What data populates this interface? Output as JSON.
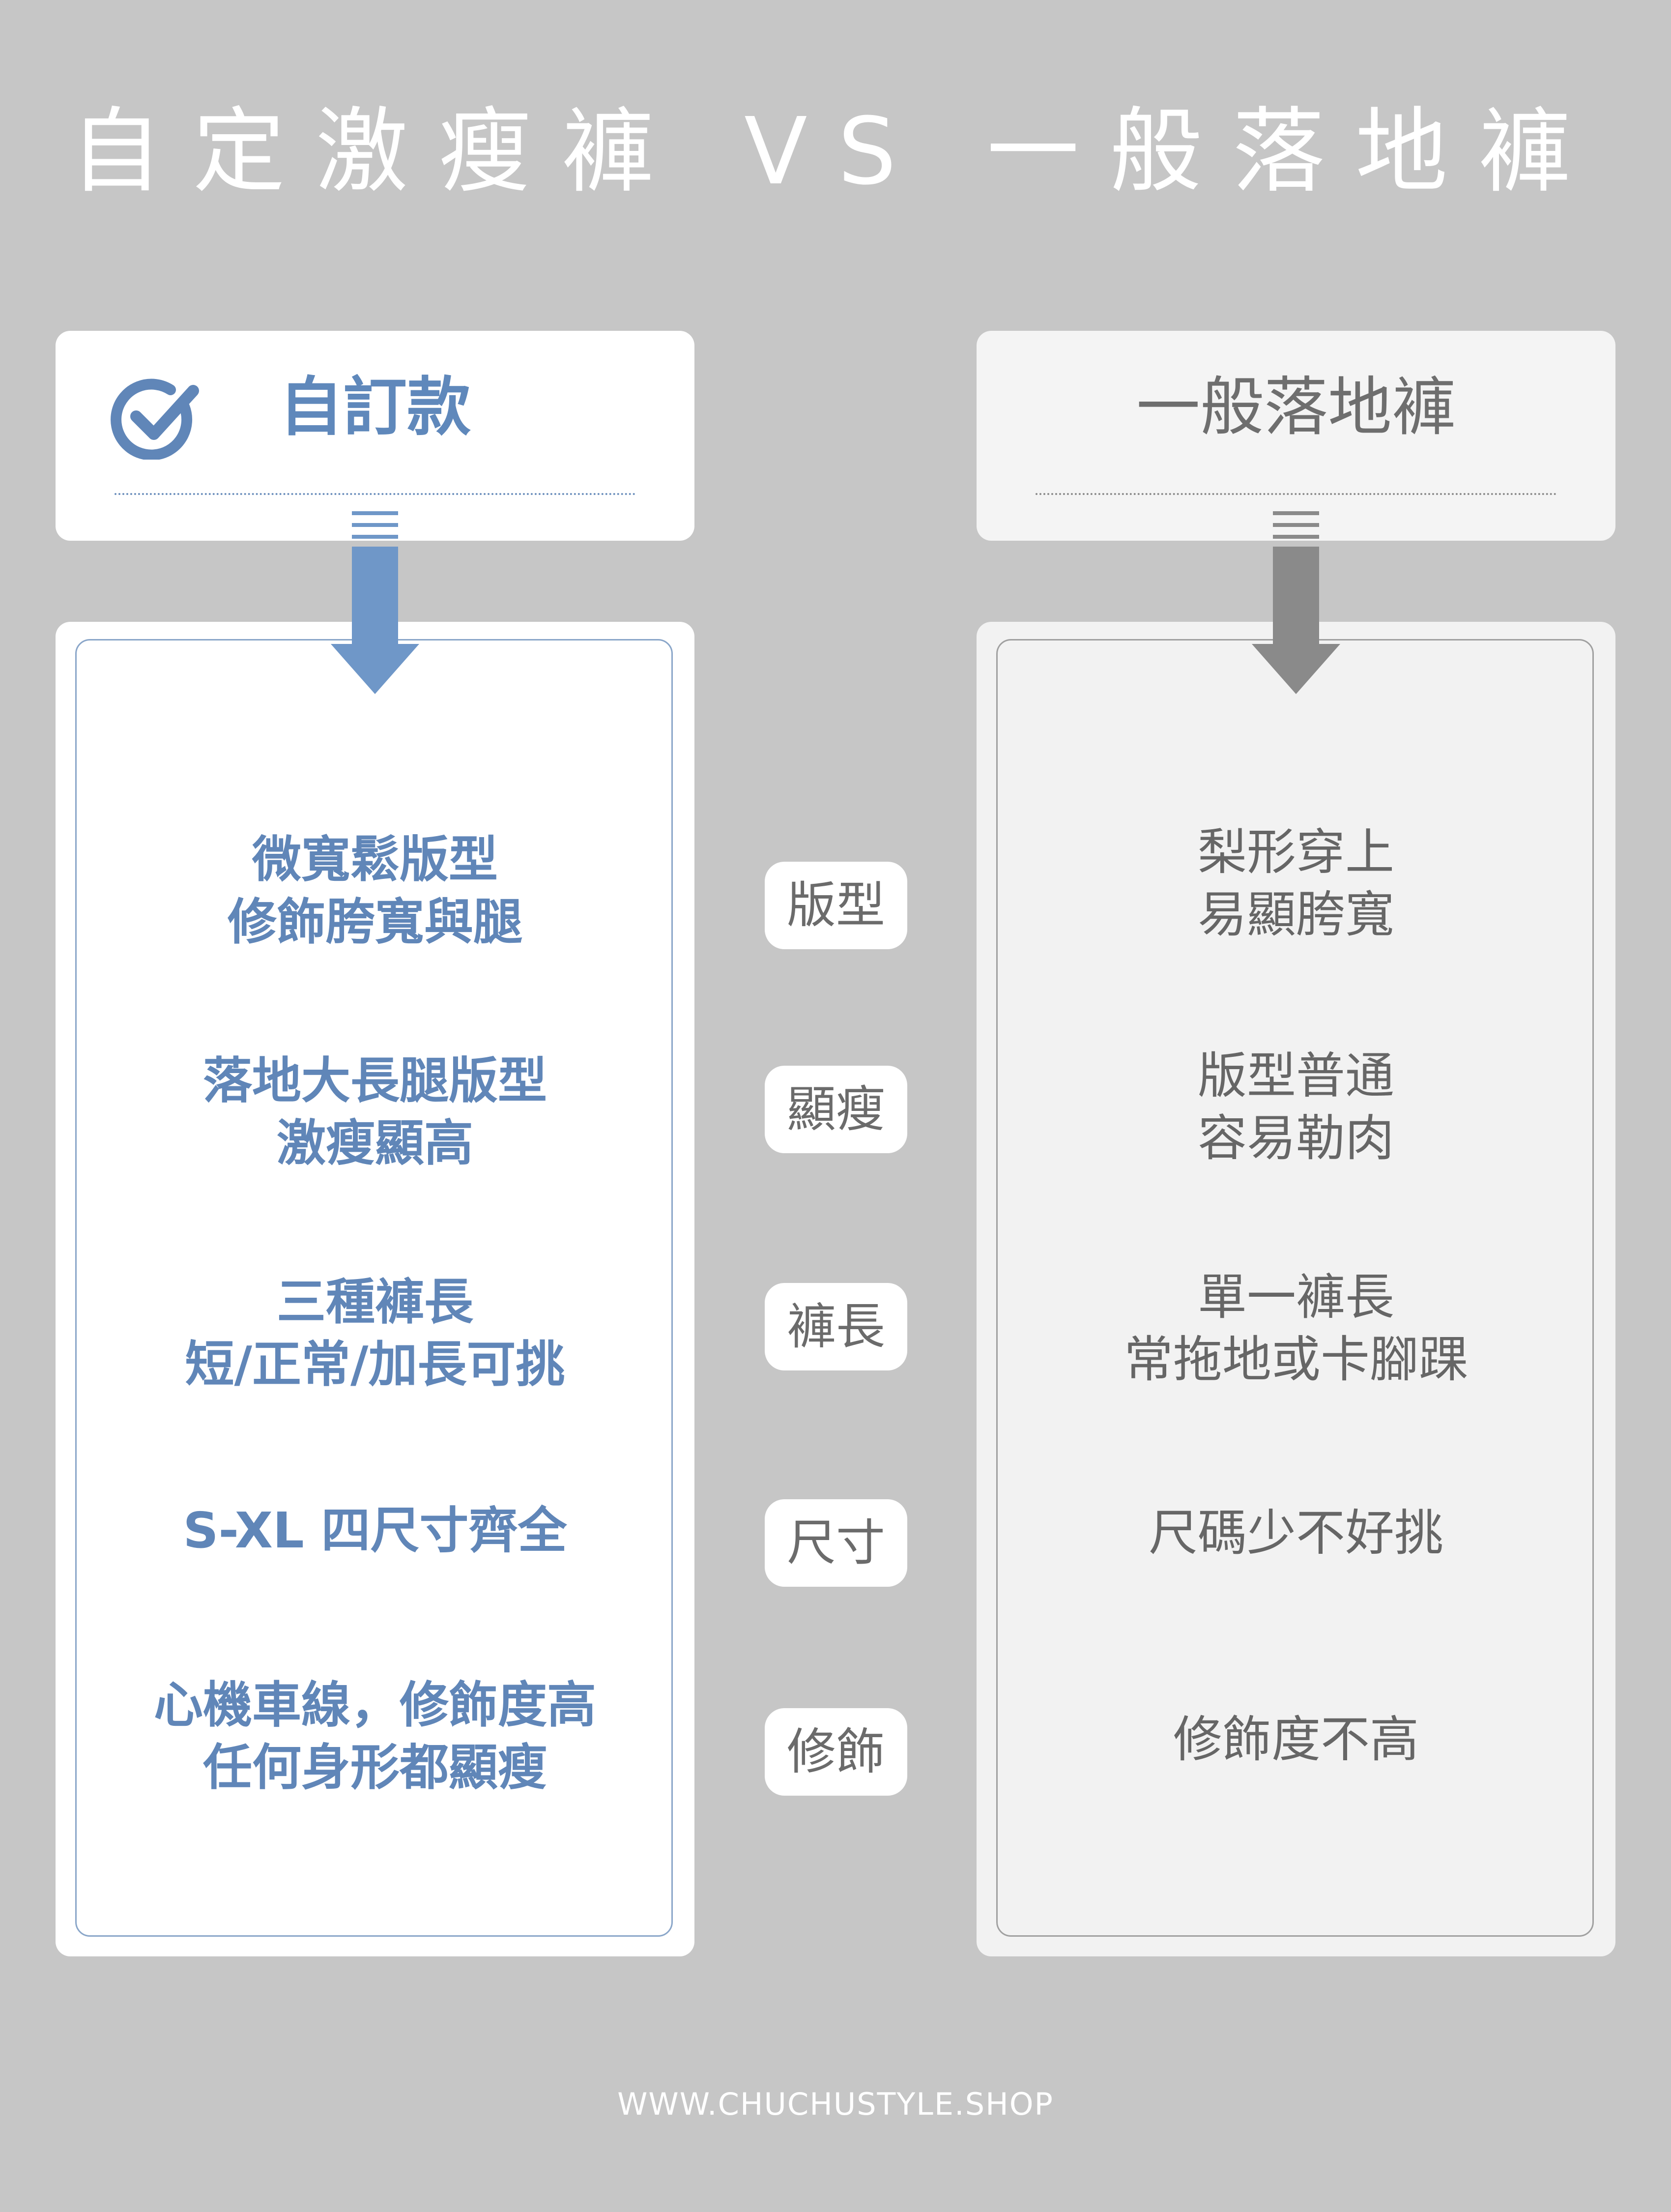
{
  "title": "自定激瘦褲 VS 一般落地褲",
  "left_header": {
    "label": "自訂款",
    "icon": "check-circle-icon",
    "accent_color": "#6086b8"
  },
  "right_header": {
    "label": "一般落地褲",
    "accent_color": "#808080"
  },
  "rows": [
    {
      "category": "版型",
      "left": [
        "微寬鬆版型",
        "修飾胯寬與腿"
      ],
      "right": [
        "梨形穿上",
        "易顯胯寬"
      ]
    },
    {
      "category": "顯瘦",
      "left": [
        "落地大長腿版型",
        "激瘦顯高"
      ],
      "right": [
        "版型普通",
        "容易勒肉"
      ]
    },
    {
      "category": "褲長",
      "left": [
        "三種褲長",
        "短/正常/加長可挑"
      ],
      "right": [
        "單一褲長",
        "常拖地或卡腳踝"
      ]
    },
    {
      "category": "尺寸",
      "left": [
        "S-XL 四尺寸齊全"
      ],
      "right": [
        "尺碼少不好挑"
      ]
    },
    {
      "category": "修飾",
      "left": [
        "心機車線，修飾度高",
        "任何身形都顯瘦"
      ],
      "right": [
        "修飾度不高"
      ]
    }
  ],
  "footer": "WWW.CHUCHUSTYLE.SHOP"
}
